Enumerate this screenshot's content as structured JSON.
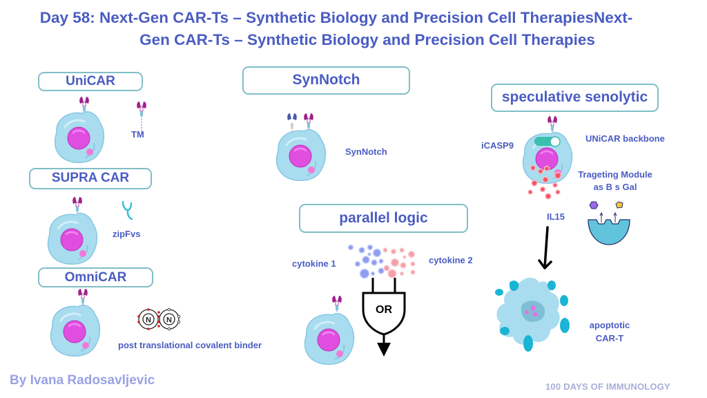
{
  "title": {
    "line1": "Day 58: Next-Gen CAR-Ts – Synthetic Biology and Precision Cell TherapiesNext-",
    "line2": "Gen CAR-Ts – Synthetic Biology and Precision Cell Therapies"
  },
  "panels": {
    "unicar": {
      "heading": "UniCAR",
      "labels": {
        "tm": "TM"
      }
    },
    "supra_car": {
      "heading": "SUPRA CAR",
      "labels": {
        "zipfvs": "zipFvs"
      }
    },
    "omnicar": {
      "heading": "OmniCAR",
      "labels": {
        "binder": "post translational covalent binder"
      },
      "atom_symbols": [
        "N",
        "N"
      ]
    },
    "synnotch": {
      "heading": "SynNotch",
      "labels": {
        "synnotch": "SynNotch"
      }
    },
    "parallel_logic": {
      "heading": "parallel logic",
      "labels": {
        "cytokine1": "cytokine 1",
        "cytokine2": "cytokine 2"
      },
      "gate": "OR"
    },
    "speculative_senolytic": {
      "heading": "speculative senolytic",
      "labels": {
        "icasp9": "iCASP9",
        "backbone": "UNiCAR backbone",
        "module_line1": "Trageting Module",
        "module_line2": "as B s Gal",
        "il15": "IL15",
        "apoptotic_line1": "apoptotic",
        "apoptotic_line2": "CAR-T"
      }
    }
  },
  "colors": {
    "text": "#4a5cc2",
    "box_border": "#7fbec6",
    "cell_body": "#a9dcef",
    "nucleus": "#e04ee0",
    "cytokine1": "#8f9cf0",
    "cytokine2": "#f5a0a8",
    "il15": "#f0566a"
  },
  "footer": {
    "author": "By Ivana Radosavljevic",
    "series": "100 DAYS OF IMMUNOLOGY"
  }
}
